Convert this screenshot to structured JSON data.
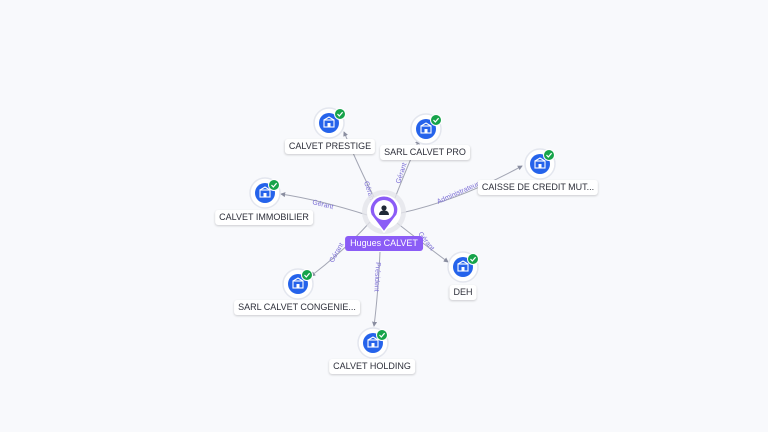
{
  "person": {
    "name": "Hugues CALVET",
    "icon": "user-icon"
  },
  "colors": {
    "person": "#8b5cf6",
    "company": "#2563eb",
    "check": "#16a34a",
    "edge": "#a3a6b4",
    "edge_label": "#7c6fd6"
  },
  "companies": [
    {
      "id": "calvet-prestige",
      "name": "CALVET PRESTIGE",
      "relation": "Gérant",
      "icon": "building-icon",
      "status": "verified-check-icon"
    },
    {
      "id": "sarl-calvet-pro",
      "name": "SARL CALVET PRO",
      "relation": "Gérant",
      "icon": "building-icon",
      "status": "verified-check-icon"
    },
    {
      "id": "caisse-credit",
      "name": "CAISSE DE CREDIT MUT...",
      "relation": "Administrateur",
      "icon": "building-icon",
      "status": "verified-check-icon"
    },
    {
      "id": "calvet-immobilier",
      "name": "CALVET IMMOBILIER",
      "relation": "Gérant",
      "icon": "building-icon",
      "status": "verified-check-icon"
    },
    {
      "id": "deh",
      "name": "DEH",
      "relation": "Gérant",
      "icon": "building-icon",
      "status": "verified-check-icon"
    },
    {
      "id": "sarl-calvet-congenies",
      "name": "SARL CALVET CONGENIE...",
      "relation": "Gérant",
      "icon": "building-icon",
      "status": "verified-check-icon"
    },
    {
      "id": "calvet-holding",
      "name": "CALVET HOLDING",
      "relation": "Président",
      "icon": "building-icon",
      "status": "verified-check-icon"
    }
  ]
}
